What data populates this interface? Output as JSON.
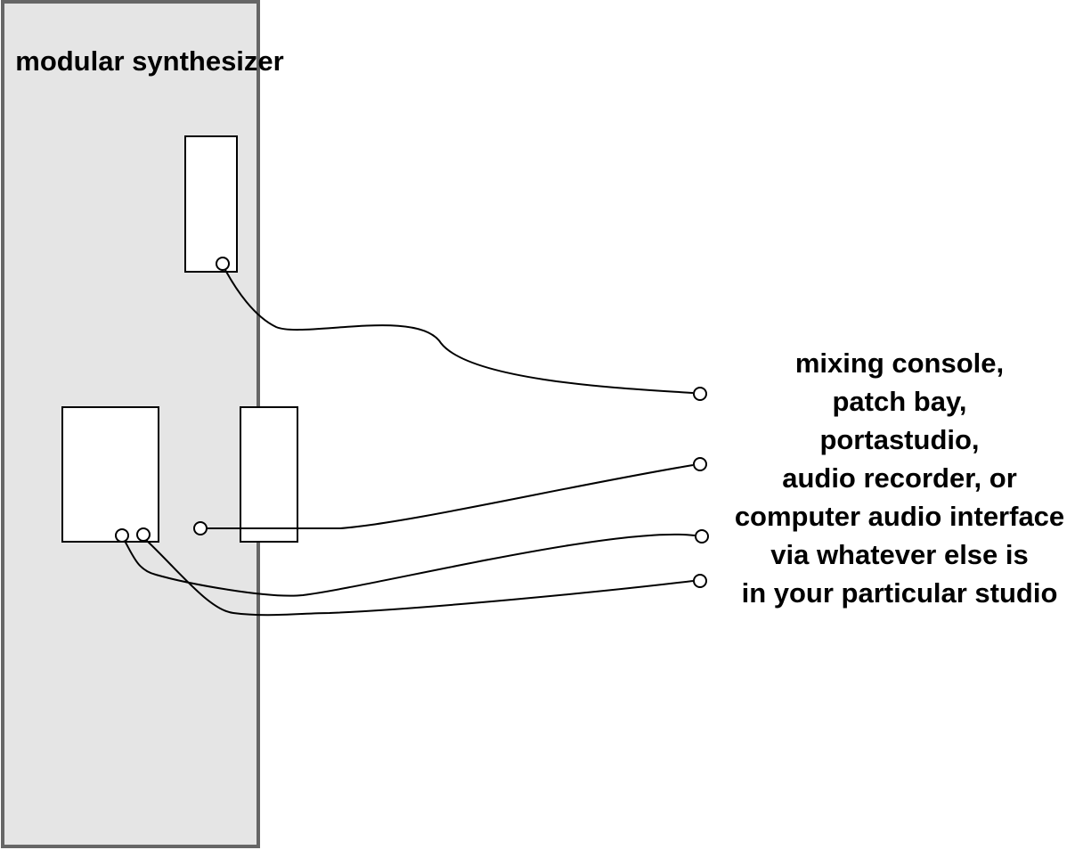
{
  "synth": {
    "title": "modular synthesizer",
    "panel_color": "#e5e5e5",
    "border_color": "#666666"
  },
  "destination": {
    "lines": [
      "mixing console,",
      "patch bay,",
      "portastudio,",
      "audio recorder, or",
      "computer audio interface",
      "via whatever else is",
      "in your particular studio"
    ]
  },
  "modules": [
    {
      "name": "module-top"
    },
    {
      "name": "module-left"
    },
    {
      "name": "module-right"
    }
  ],
  "cables": [
    {
      "name": "cable-1",
      "from": "module-top jack",
      "to": "output jack 1"
    },
    {
      "name": "cable-2",
      "from": "module-right jack",
      "to": "output jack 2"
    },
    {
      "name": "cable-3",
      "from": "module-left jack A",
      "to": "output jack 3"
    },
    {
      "name": "cable-4",
      "from": "module-left jack B",
      "to": "output jack 4"
    }
  ]
}
